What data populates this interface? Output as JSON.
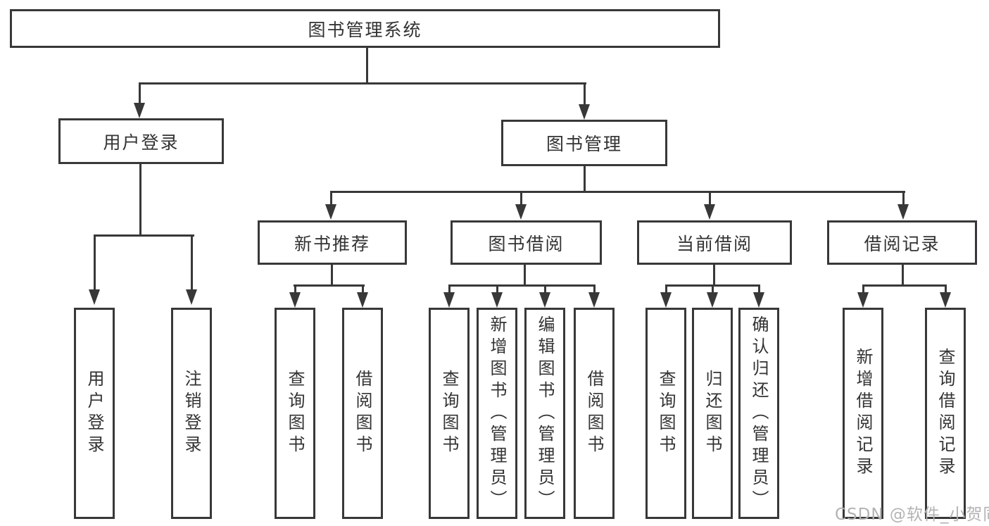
{
  "diagram": {
    "root_label": "图书管理系统",
    "user_login_label": "用户登录",
    "book_mgmt_label": "图书管理",
    "new_book_label": "新书推荐",
    "book_borrow_label": "图书借阅",
    "current_borrow_label": "当前借阅",
    "borrow_record_label": "借阅记录",
    "leaves": {
      "user_login": [
        "用户登录",
        "注销登录"
      ],
      "new_book": [
        "查询图书",
        "借阅图书"
      ],
      "book_borrow": [
        "查询图书",
        "新增图书（管理员）",
        "编辑图书（管理员）",
        "借阅图书"
      ],
      "current_borrow": [
        "查询图书",
        "归还图书",
        "确认归还（管理员）"
      ],
      "borrow_record": [
        "新增借阅记录",
        "查询借阅记录"
      ]
    }
  },
  "watermark": {
    "text": "CSDN @软件_小贺同学",
    "color": "#b3b3b3"
  },
  "colors": {
    "line": "#383838",
    "text": "#333333",
    "background": "#ffffff"
  }
}
